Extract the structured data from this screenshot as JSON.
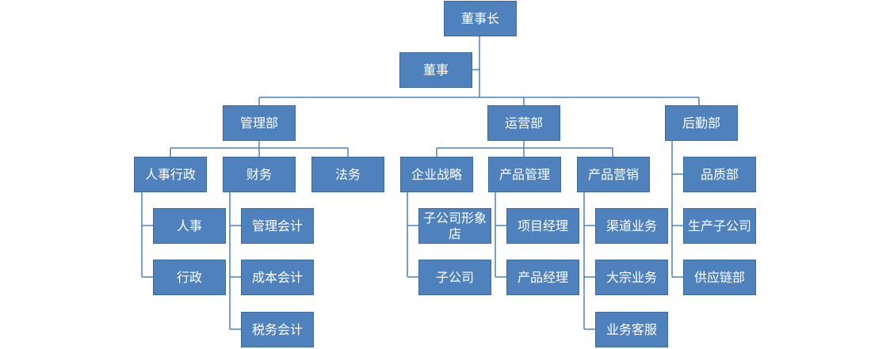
{
  "org_chart": {
    "chairman": "董事长",
    "board": "董事",
    "departments": {
      "management": {
        "label": "管理部",
        "units": {
          "hr_admin": {
            "label": "人事行政",
            "items": [
              "人事",
              "行政"
            ]
          },
          "finance": {
            "label": "财务",
            "items": [
              "管理会计",
              "成本会计",
              "税务会计"
            ]
          },
          "legal": {
            "label": "法务"
          }
        }
      },
      "operations": {
        "label": "运营部",
        "units": {
          "strategy": {
            "label": "企业战略",
            "items": [
              "子公司形象店",
              "子公司"
            ]
          },
          "product_mgmt": {
            "label": "产品管理",
            "items": [
              "项目经理",
              "产品经理"
            ]
          },
          "marketing": {
            "label": "产品营销",
            "items": [
              "渠道业务",
              "大宗业务",
              "业务客服"
            ]
          }
        }
      },
      "logistics": {
        "label": "后勤部",
        "items": [
          "品质部",
          "生产子公司",
          "供应链部"
        ]
      }
    },
    "colors": {
      "box_fill": "#4f81bd",
      "box_border": "#3d6a9e",
      "connector": "#4f81bd",
      "text": "#ffffff"
    }
  }
}
